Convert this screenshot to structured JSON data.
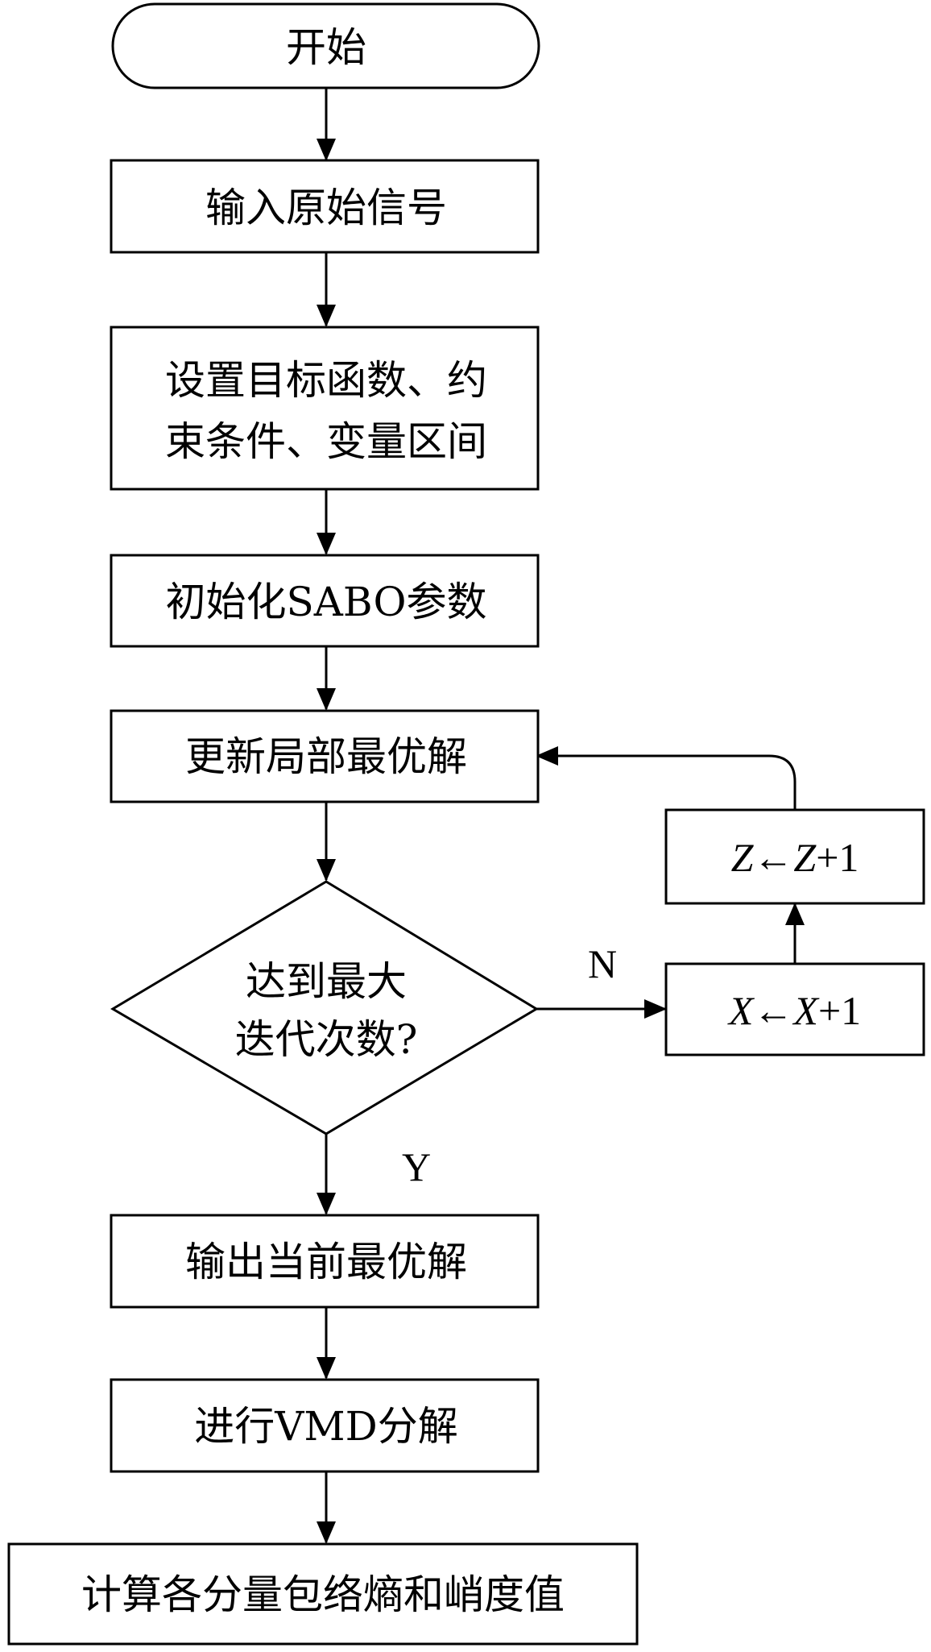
{
  "nodes": {
    "start": "开始",
    "input_signal": "输入原始信号",
    "setup_line1": "设置目标函数、约",
    "setup_line2": "束条件、变量区间",
    "init_params": "初始化SABO参数",
    "update_local": "更新局部最优解",
    "decision_line1": "达到最大",
    "decision_line2": "迭代次数?",
    "output_best": "输出当前最优解",
    "vmd_decompose": "进行VMD分解",
    "compute": "计算各分量包络熵和峭度值"
  },
  "counters": {
    "x_update": {
      "var": "X",
      "op": "←",
      "rhs_var": "X",
      "rhs_tail": "+1"
    },
    "z_update": {
      "var": "Z",
      "op": "←",
      "rhs_var": "Z",
      "rhs_tail": "+1"
    }
  },
  "branches": {
    "no_label": "N",
    "yes_label": "Y"
  }
}
